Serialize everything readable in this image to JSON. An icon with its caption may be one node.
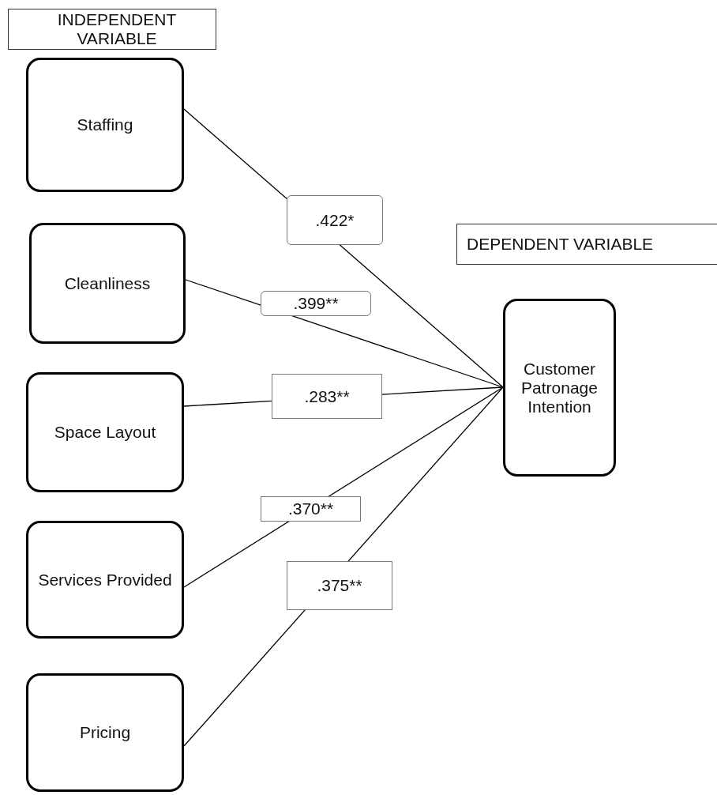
{
  "diagram": {
    "nodes": [
      {
        "text": [
          "INDEPENDENT VARIABLE"
        ]
      },
      {
        "text": [
          "Staffing"
        ]
      },
      {
        "text": [
          "Cleanliness"
        ]
      },
      {
        "text": [
          "DEPENDENT VARIABLE"
        ]
      },
      {
        "text": [
          "Space Layout"
        ]
      },
      {
        "text": [
          "Customer Patronage Intention"
        ]
      },
      {
        "text": [
          "Services Provided"
        ]
      },
      {
        "text": [
          "Pricing"
        ]
      }
    ],
    "edges": [
      {
        "from": 1,
        "to": 5,
        "arrow": "none",
        "label": ".422*"
      },
      {
        "from": 2,
        "to": 5,
        "arrow": "none",
        "label": ".399**"
      },
      {
        "from": 4,
        "to": 5,
        "arrow": "none",
        "label": ".283**"
      },
      {
        "from": 6,
        "to": 5,
        "arrow": "none",
        "label": ".370**"
      },
      {
        "from": 7,
        "to": 5,
        "arrow": "none",
        "label": ".375**"
      }
    ]
  }
}
